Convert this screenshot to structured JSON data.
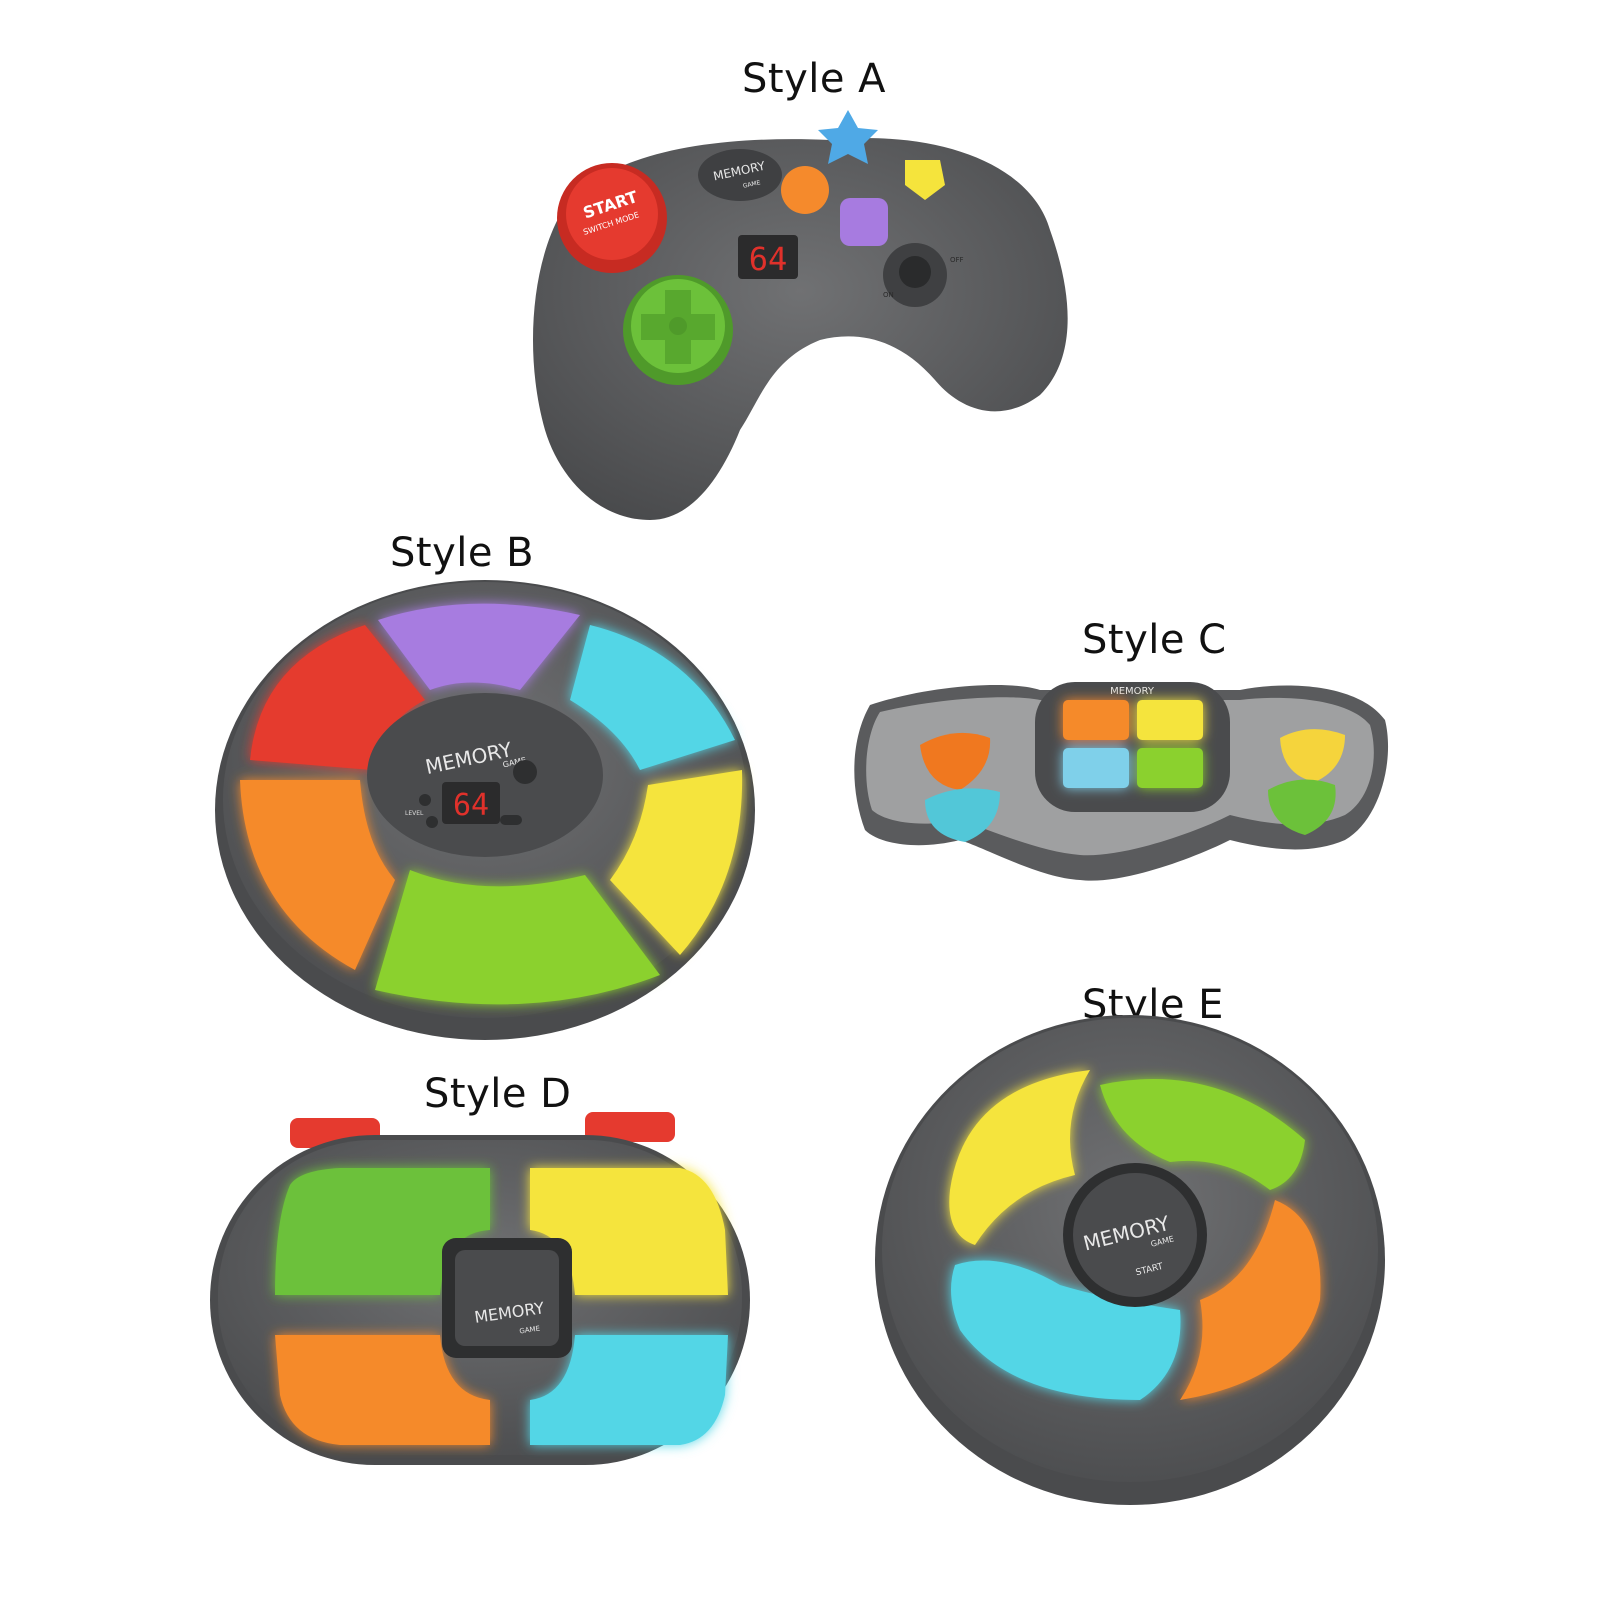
{
  "styles": {
    "a": {
      "label": "Style A",
      "brand_top": "MEMORY",
      "brand_sub": "GAME",
      "start_label": "START",
      "switch_label": "SWITCH MODE",
      "display": "64",
      "on_label": "ON",
      "off_label": "OFF"
    },
    "b": {
      "label": "Style B",
      "brand_top": "MEMORY",
      "brand_sub": "GAME",
      "display": "64",
      "level_label": "LEVEL"
    },
    "c": {
      "label": "Style C",
      "brand_top": "MEMORY"
    },
    "d": {
      "label": "Style D",
      "brand_top": "MEMORY",
      "brand_sub": "GAME"
    },
    "e": {
      "label": "Style E",
      "brand_top": "MEMORY",
      "brand_sub": "GAME",
      "start_label": "START"
    }
  },
  "colors": {
    "body": "#5a5b5d",
    "body_dark": "#3f4042",
    "red": "#e53a2f",
    "green": "#6cc13a",
    "blue": "#4fa9e6",
    "yellow": "#f5e43c",
    "orange": "#f58a2c",
    "purple": "#a77be0",
    "cyan": "#52d6e6"
  }
}
